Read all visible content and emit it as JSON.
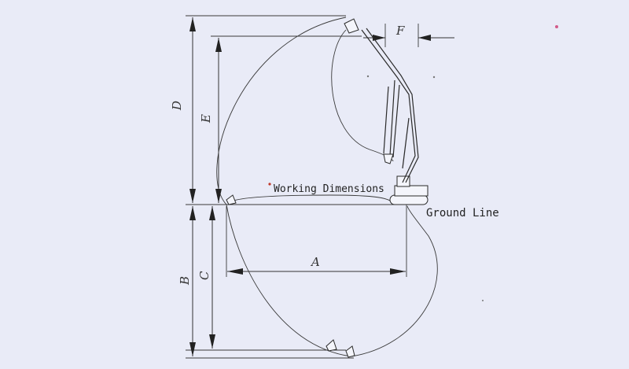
{
  "diagram": {
    "title_label": "Working Dimensions",
    "ground_label": "Ground Line",
    "dimensions": {
      "a": "A",
      "b": "B",
      "c": "C",
      "d": "D",
      "e": "E",
      "f": "F"
    },
    "colors": {
      "background": "#e9ebf7",
      "line": "#333333",
      "speck": "#c0392b"
    }
  }
}
